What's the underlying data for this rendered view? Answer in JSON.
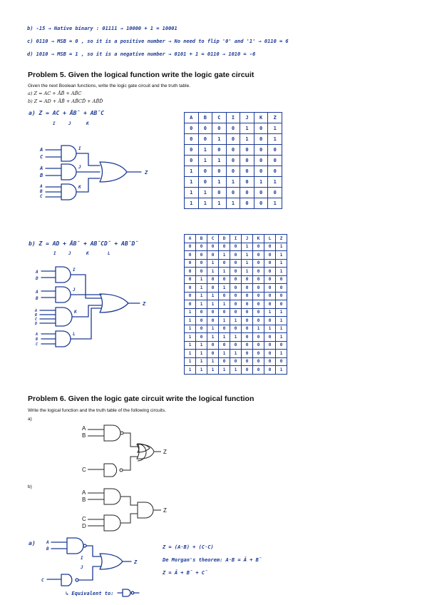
{
  "prev_answers": {
    "b": "b) -15 → Native binary : 01111 → 10000 + 1 = 10001",
    "c": "c) 0110 → MSB = 0 , so it is a positive number → No need to flip '0' and '1' → 0110 = 6",
    "d": "d) 1010 → MSB = 1 , so it is a negative number → 0101 + 1 = 0110 → 1010 = -6"
  },
  "problem5": {
    "heading": "Problem 5. Given the logical function write the logic gate circuit",
    "instruction": "Given the next Boolean functions, write the logic gate circuit and the truth table.",
    "func_a": "a) Z = AC + ĀB̄ + AB̄C",
    "func_b": "b) Z = AD + ĀB̄ + AB̄CD̄ + AB̄D̄",
    "answer_a": {
      "expr": "a) Z = AC + ĀB̄ + AB̄C",
      "terms": [
        "I",
        "J",
        "K"
      ],
      "gates": [
        "I",
        "J",
        "K"
      ],
      "gate_inputs": [
        [
          "A",
          "C"
        ],
        [
          "A",
          "B"
        ],
        [
          "A",
          "B",
          "C"
        ]
      ],
      "output": "Z",
      "table_headers": [
        "A",
        "B",
        "C",
        "I",
        "J",
        "K",
        "Z"
      ],
      "table_rows": [
        [
          "0",
          "0",
          "0",
          "0",
          "1",
          "0",
          "1"
        ],
        [
          "0",
          "0",
          "1",
          "0",
          "1",
          "0",
          "1"
        ],
        [
          "0",
          "1",
          "0",
          "0",
          "0",
          "0",
          "0"
        ],
        [
          "0",
          "1",
          "1",
          "0",
          "0",
          "0",
          "0"
        ],
        [
          "1",
          "0",
          "0",
          "0",
          "0",
          "0",
          "0"
        ],
        [
          "1",
          "0",
          "1",
          "1",
          "0",
          "1",
          "1"
        ],
        [
          "1",
          "1",
          "0",
          "0",
          "0",
          "0",
          "0"
        ],
        [
          "1",
          "1",
          "1",
          "1",
          "0",
          "0",
          "1"
        ]
      ]
    },
    "answer_b": {
      "expr": "b) Z = AD + ĀB̄ + AB̄CD̄ + AB̄D̄",
      "terms": [
        "I",
        "J",
        "K",
        "L"
      ],
      "gates": [
        "I",
        "J",
        "K",
        "L"
      ],
      "gate_inputs": [
        [
          "A",
          "D"
        ],
        [
          "A",
          "B"
        ],
        [
          "A",
          "B",
          "C",
          "D"
        ],
        [
          "A",
          "B",
          "C"
        ]
      ],
      "output": "Z",
      "table_headers": [
        "A",
        "B",
        "C",
        "D",
        "I",
        "J",
        "K",
        "L",
        "Z"
      ],
      "table_rows": [
        [
          "0",
          "0",
          "0",
          "0",
          "0",
          "1",
          "0",
          "0",
          "1"
        ],
        [
          "0",
          "0",
          "0",
          "1",
          "0",
          "1",
          "0",
          "0",
          "1"
        ],
        [
          "0",
          "0",
          "1",
          "0",
          "0",
          "1",
          "0",
          "0",
          "1"
        ],
        [
          "0",
          "0",
          "1",
          "1",
          "0",
          "1",
          "0",
          "0",
          "1"
        ],
        [
          "0",
          "1",
          "0",
          "0",
          "0",
          "0",
          "0",
          "0",
          "0"
        ],
        [
          "0",
          "1",
          "0",
          "1",
          "0",
          "0",
          "0",
          "0",
          "0"
        ],
        [
          "0",
          "1",
          "1",
          "0",
          "0",
          "0",
          "0",
          "0",
          "0"
        ],
        [
          "0",
          "1",
          "1",
          "1",
          "0",
          "0",
          "0",
          "0",
          "0"
        ],
        [
          "1",
          "0",
          "0",
          "0",
          "0",
          "0",
          "0",
          "1",
          "1"
        ],
        [
          "1",
          "0",
          "0",
          "1",
          "1",
          "0",
          "0",
          "0",
          "1"
        ],
        [
          "1",
          "0",
          "1",
          "0",
          "0",
          "0",
          "1",
          "1",
          "1"
        ],
        [
          "1",
          "0",
          "1",
          "1",
          "1",
          "0",
          "0",
          "0",
          "1"
        ],
        [
          "1",
          "1",
          "0",
          "0",
          "0",
          "0",
          "0",
          "0",
          "0"
        ],
        [
          "1",
          "1",
          "0",
          "1",
          "1",
          "0",
          "0",
          "0",
          "1"
        ],
        [
          "1",
          "1",
          "1",
          "0",
          "0",
          "0",
          "0",
          "0",
          "0"
        ],
        [
          "1",
          "1",
          "1",
          "1",
          "1",
          "0",
          "0",
          "0",
          "1"
        ]
      ]
    }
  },
  "problem6": {
    "heading": "Problem 6. Given the logic gate circuit write the logical function",
    "instruction": "Write the logical function and the truth table of the following circuits.",
    "part_a": "a)",
    "part_b": "b)",
    "labels": {
      "a": "A",
      "b": "B",
      "c": "C",
      "d": "D",
      "z": "Z"
    },
    "answer_a": {
      "label": "a)",
      "line1": "Z = (A·B) + (C·C)",
      "line2": "De Morgan's theorem:  A·B = Ā + B̄",
      "line3": "Z = Ā + B̄ + C̄",
      "equivalent": "↳ Equivalent to:",
      "wire_labels": {
        "i": "I",
        "j": "J"
      }
    }
  }
}
